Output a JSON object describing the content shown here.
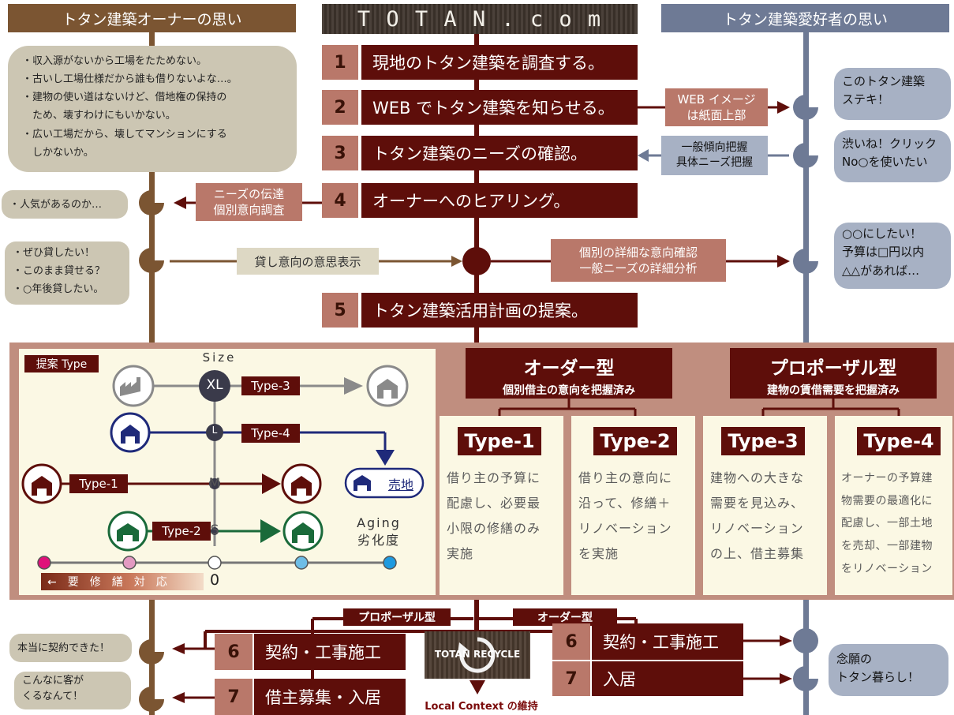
{
  "header": {
    "owner_lane": "トタン建築オーナーの思い",
    "site_title": "T O T A N . c o m",
    "fan_lane": "トタン建築愛好者の思い"
  },
  "steps": [
    {
      "num": "1",
      "text": "現地のトタン建築を調査する。"
    },
    {
      "num": "2",
      "text": "WEB でトタン建築を知らせる。"
    },
    {
      "num": "3",
      "text": "トタン建築のニーズの確認。"
    },
    {
      "num": "4",
      "text": "オーナーへのヒアリング。"
    },
    {
      "num": "5",
      "text": "トタン建築活用計画の提案。"
    }
  ],
  "owner_thoughts": [
    "・収入源がないから工場をたためない。",
    "・古いし工場仕様だから誰も借りないよな…。",
    "・建物の使い道はないけど、借地権の保持の",
    "　ため、壊すわけにもいかない。",
    "・広い工場だから、壊してマンションにする",
    "　しかないか。"
  ],
  "owner_bubbles": {
    "popular": "・人気があるのか…",
    "want_rent": [
      "・ぜひ貸したい！",
      "・このまま貸せる？",
      "・○年後貸したい。"
    ],
    "contract_done": "本当に契約できた！",
    "customers": [
      "こんなに客が",
      "くるなんて！"
    ]
  },
  "fan_bubbles": {
    "nice": [
      "このトタン建築",
      "ステキ！"
    ],
    "click": [
      "渋いね！クリック",
      "No○を使いたい"
    ],
    "wish": [
      "○○にしたい！",
      "予算は□円以内",
      "△△があれば…"
    ],
    "dream": [
      "念願の",
      "トタン暮らし！"
    ]
  },
  "notes": {
    "web_image": [
      "WEB イメージ",
      "は紙面上部"
    ],
    "general_grasp": [
      "一般傾向把握",
      "具体ニーズ把握"
    ],
    "needs_transfer": [
      "ニーズの伝達",
      "個別意向調査"
    ],
    "rent_intent": "貸し意向の意思表示",
    "detail_check": [
      "個別の詳細な意向確認",
      "一般ニーズの詳細分析"
    ]
  },
  "proposal": {
    "tag": "提案 Type",
    "size_label": "Size",
    "size_levels": [
      "XL",
      "L",
      "M",
      "S"
    ],
    "type_labels": [
      "Type-3",
      "Type-4",
      "Type-1",
      "Type-2"
    ],
    "sell_label": "売地",
    "aging_label": [
      "Aging",
      "劣化度"
    ],
    "repair_label": "←　要　修　繕　対　応",
    "zero_label": "0",
    "order": {
      "title": "オーダー型",
      "sub": "個別借主の意向を把握済み"
    },
    "proposal_type": {
      "title": "プロポーザル型",
      "sub": "建物の賃借需要を把握済み"
    },
    "types": [
      {
        "name": "Type-1",
        "desc": [
          "借り主の予算に",
          "配慮し、必要最",
          "小限の修繕のみ",
          "実施"
        ]
      },
      {
        "name": "Type-2",
        "desc": [
          "借り主の意向に",
          "沿って、修繕＋",
          "リノベーション",
          "を実施"
        ]
      },
      {
        "name": "Type-3",
        "desc": [
          "建物への大きな",
          "需要を見込み、",
          "リノベーション",
          "の上、借主募集"
        ]
      },
      {
        "name": "Type-4",
        "desc": [
          "オーナーの予算建",
          "物需要の最適化に",
          "配慮し、一部土地",
          "を売却、一部建物",
          "をリノベーション"
        ]
      }
    ]
  },
  "bottom": {
    "proposal_tab": "プロポーザル型",
    "order_tab": "オーダー型",
    "left6": {
      "num": "6",
      "text": "契約・工事施工"
    },
    "left7": {
      "num": "7",
      "text": "借主募集・入居"
    },
    "right6": {
      "num": "6",
      "text": "契約・工事施工"
    },
    "right7": {
      "num": "7",
      "text": "入居"
    },
    "recycle_label": "TOTAN RECYCLE",
    "local_context": "Local Context の維持"
  },
  "colors": {
    "brown": "#7b5532",
    "maroon": "#5e0e0a",
    "rose": "#b9786a",
    "slate": "#6e7a95",
    "navy": "#1f2a7a",
    "green": "#1a6a3a",
    "cream": "#fbf8e4"
  }
}
